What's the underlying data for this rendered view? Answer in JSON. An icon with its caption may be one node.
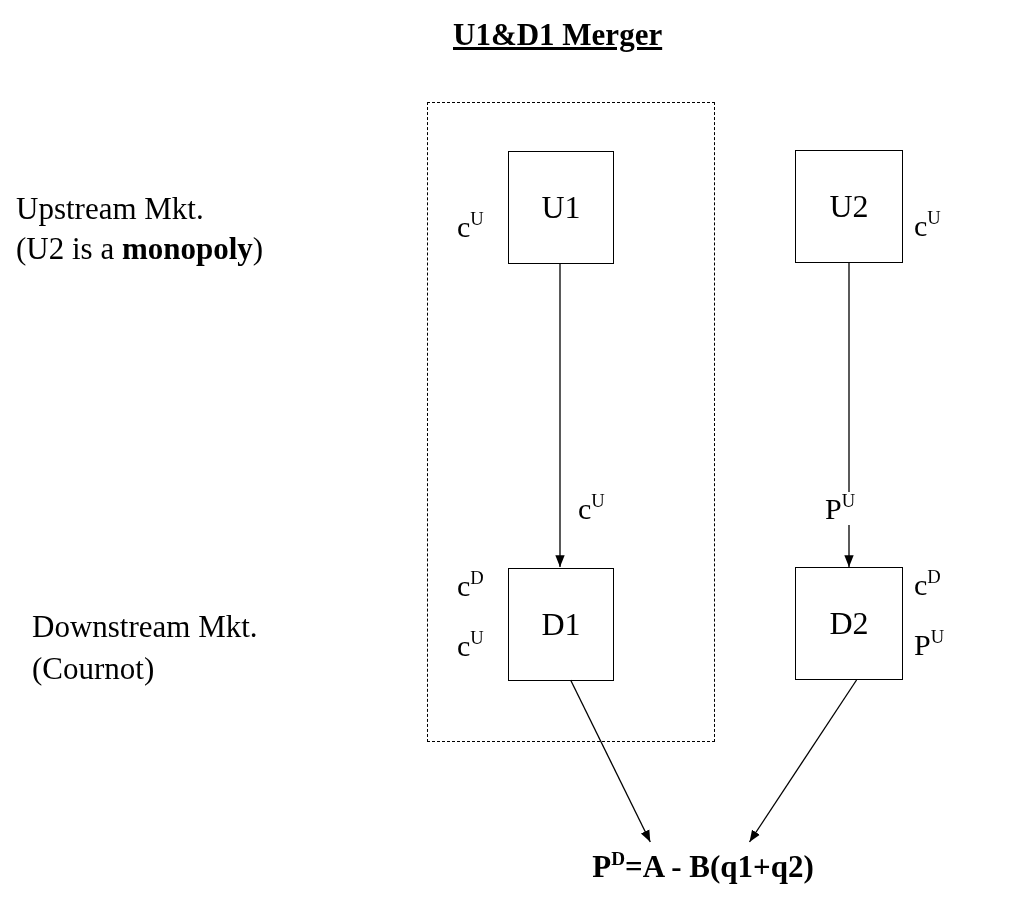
{
  "diagram": {
    "title": "U1&D1 Merger",
    "nodes": [
      {
        "text": [],
        "shape": "box"
      },
      {
        "text": [
          "U1"
        ],
        "in": 0,
        "beside": [
          "c$^{U}$"
        ]
      },
      {
        "text": [
          "U2"
        ],
        "beside": [
          "c$^{U}$"
        ]
      },
      {
        "text": [
          "D1"
        ],
        "in": 0,
        "beside": [
          "c$^{D}$",
          "c$^{U}$"
        ]
      },
      {
        "text": [
          "D2"
        ],
        "beside": [
          "c$^{D}$",
          "P$^{U}$"
        ]
      },
      {
        "text": [
          "P$^{D}$=A - B(q1+q2)"
        ]
      }
    ],
    "edges": [
      {
        "from": 1,
        "to": 3,
        "arrow": "to",
        "label": "c$^{U}$"
      },
      {
        "from": 2,
        "to": 4,
        "arrow": "to",
        "label": "P$^{U}$"
      },
      {
        "from": 3,
        "to": 5,
        "arrow": "to"
      },
      {
        "from": 4,
        "to": 5,
        "arrow": "to"
      }
    ],
    "labels": [
      "Upstream Mkt.",
      "(U2 is a **monopoly**)",
      "Downstream Mkt.",
      "(Cournot)"
    ]
  }
}
